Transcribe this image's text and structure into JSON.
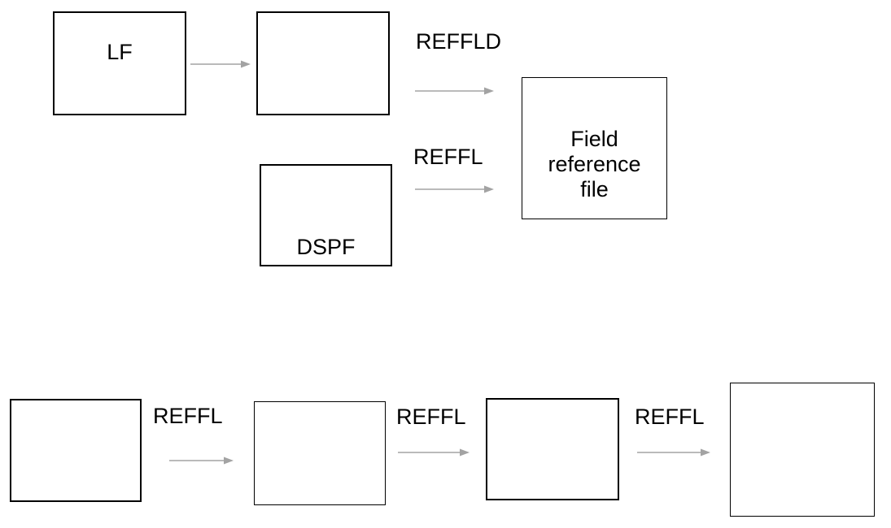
{
  "diagram": {
    "nodes": {
      "lf": {
        "label": "LF"
      },
      "top_empty": {
        "label": ""
      },
      "dspf": {
        "label": "DSPF"
      },
      "field_reference": {
        "label": "Field reference file"
      },
      "bottom_1": {
        "label": ""
      },
      "bottom_2": {
        "label": ""
      },
      "bottom_3": {
        "label": ""
      },
      "bottom_4": {
        "label": ""
      }
    },
    "edge_labels": {
      "reffld": "REFFLD",
      "reffl_top": "REFFL",
      "reffl_bottom_1": "REFFL",
      "reffl_bottom_2": "REFFL",
      "reffl_bottom_3": "REFFL"
    },
    "colors": {
      "background": "#ffffff",
      "box_border": "#000000",
      "text": "#000000",
      "arrow": "#a3a3a3"
    }
  }
}
